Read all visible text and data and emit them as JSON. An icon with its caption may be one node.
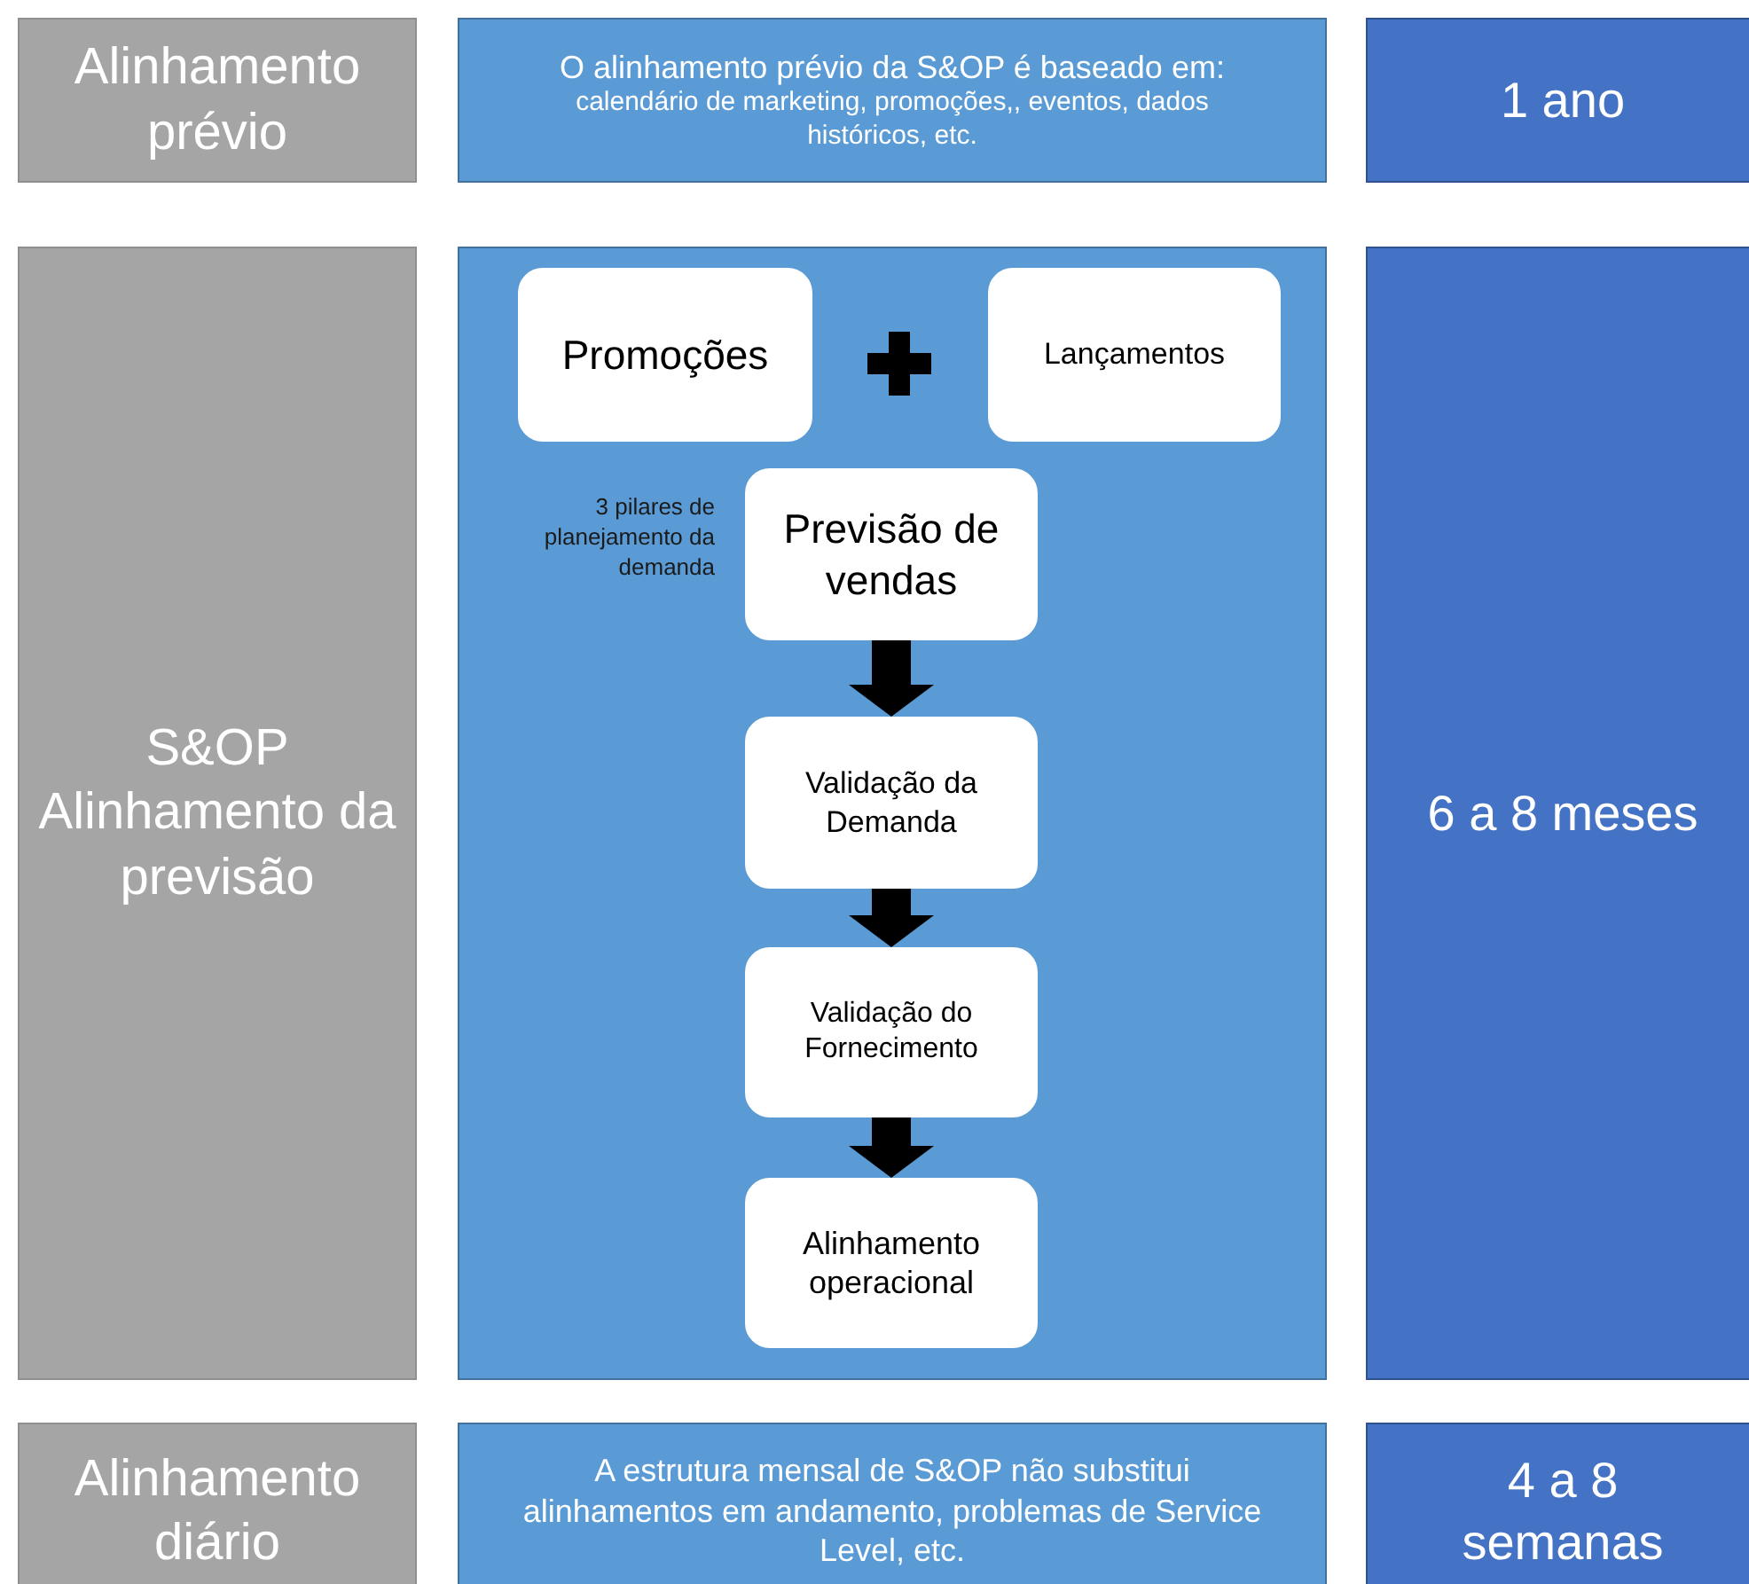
{
  "diagram": {
    "nodes": [
      {
        "text": [
          "Alinhamento prévio"
        ]
      },
      {
        "text": [
          "O alinhamento prévio da S&OP é baseado em:",
          "calendário de marketing, promoções,, eventos, dados históricos, etc."
        ]
      },
      {
        "text": [
          "1 ano"
        ]
      },
      {
        "text": [
          "S&OP Alinhamento da previsão"
        ]
      },
      {
        "text": [],
        "shape": "box"
      },
      {
        "text": [
          "Promoções"
        ],
        "in": 4
      },
      {
        "text": [
          "Lançamentos"
        ],
        "in": 4
      },
      {
        "text": [
          "Previsão de vendas"
        ],
        "in": 4
      },
      {
        "text": [
          "Validação da Demanda"
        ],
        "in": 4
      },
      {
        "text": [
          "Validação do Fornecimento"
        ],
        "in": 4
      },
      {
        "text": [
          "Alinhamento operacional"
        ],
        "in": 4
      },
      {
        "text": [
          "6 a 8 meses"
        ]
      },
      {
        "text": [
          "Alinhamento diário"
        ]
      },
      {
        "text": [
          "A estrutura mensal de S&OP não substitui alinhamentos em andamento, problemas de Service Level, etc."
        ]
      },
      {
        "text": [
          "4 a 8 semanas"
        ]
      }
    ],
    "edges": [
      {
        "from": 7,
        "to": 8,
        "arrow": "to"
      },
      {
        "from": 8,
        "to": 9,
        "arrow": "to"
      },
      {
        "from": 9,
        "to": 10,
        "arrow": "to"
      }
    ],
    "labels": [
      "3 pilares de planejamento da demanda"
    ]
  }
}
